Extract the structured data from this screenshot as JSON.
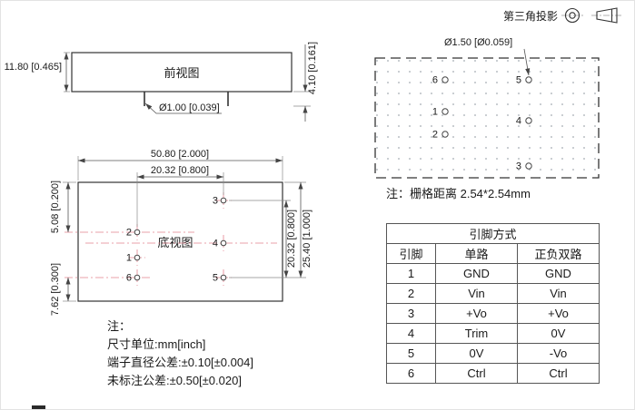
{
  "projection": {
    "label": "第三角投影"
  },
  "front_view": {
    "title": "前视图",
    "dim_height": "11.80 [0.465]",
    "dim_pin_length": "4.10 [0.161]",
    "dim_pin_diameter": "Ø1.00 [0.039]"
  },
  "bottom_view": {
    "title": "底视图",
    "dim_width": "50.80 [2.000]",
    "dim_pin_span_h": "20.32 [0.800]",
    "dim_top_offset": "5.08 [0.200]",
    "dim_pin_span_v": "20.32 [0.800]",
    "dim_row_offset": "25.40 [1.000]",
    "dim_bottom_offset": "7.62 [0.300]",
    "pins": {
      "p1": "1",
      "p2": "2",
      "p3": "3",
      "p4": "4",
      "p5": "5",
      "p6": "6"
    }
  },
  "pin_layout": {
    "dim_hole_diameter": "Ø1.50 [Ø0.059]",
    "grid_note": "注：栅格距离 2.54*2.54mm",
    "pins": {
      "p1": "1",
      "p2": "2",
      "p3": "3",
      "p4": "4",
      "p5": "5",
      "p6": "6"
    }
  },
  "pin_table": {
    "title": "引脚方式",
    "headers": [
      "引脚",
      "单路",
      "正负双路"
    ],
    "rows": [
      [
        "1",
        "GND",
        "GND"
      ],
      [
        "2",
        "Vin",
        "Vin"
      ],
      [
        "3",
        "+Vo",
        "+Vo"
      ],
      [
        "4",
        "Trim",
        "0V"
      ],
      [
        "5",
        "0V",
        "-Vo"
      ],
      [
        "6",
        "Ctrl",
        "Ctrl"
      ]
    ]
  },
  "notes": {
    "title": "注：",
    "line1": "尺寸单位:mm[inch]",
    "line2": "端子直径公差:±0.10[±0.004]",
    "line3": "未标注公差:±0.50[±0.020]"
  }
}
